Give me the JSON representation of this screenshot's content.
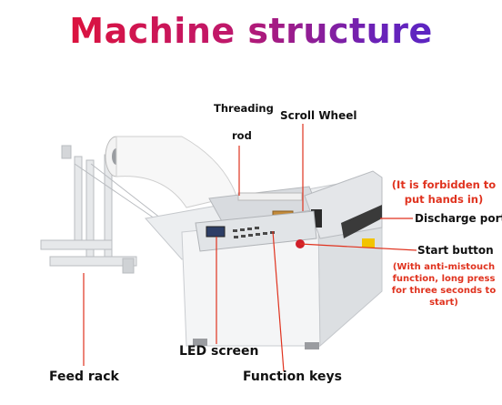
{
  "title": "Machine structure",
  "labels": {
    "threading_rod_line1": "Threading",
    "threading_rod_line2": "rod",
    "scroll_wheel": "Scroll Wheel",
    "warning_line1": "(It is forbidden to",
    "warning_line2": "put hands in)",
    "discharge_port": "Discharge port",
    "start_button": "Start button",
    "start_note_line1": "(With anti-mistouch",
    "start_note_line2": "function, long press",
    "start_note_line3": "for three seconds to",
    "start_note_line4": "start)",
    "led_screen": "LED screen",
    "feed_rack": "Feed rack",
    "function_keys": "Function keys"
  },
  "colors": {
    "title_start": "#e8102a",
    "title_end": "#4a2ad0",
    "leader_line": "#e0321e",
    "warning_text": "#e0321e"
  }
}
